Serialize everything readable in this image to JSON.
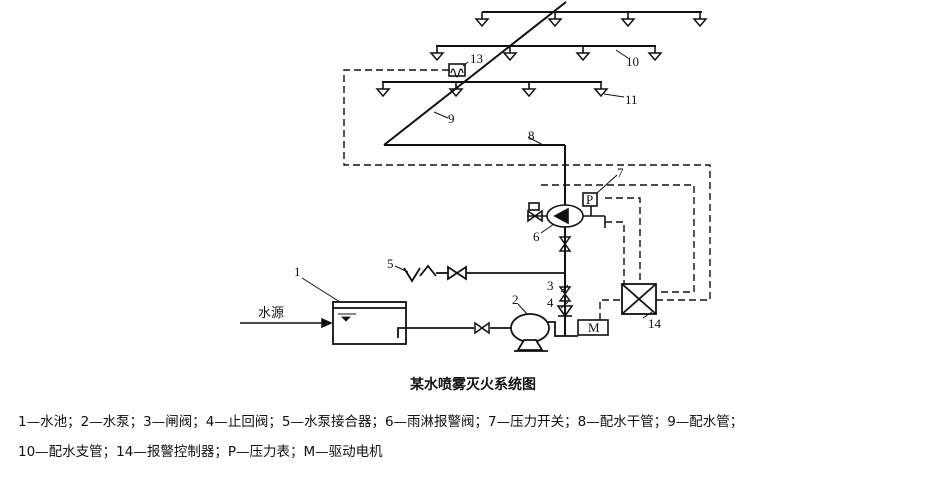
{
  "labels": {
    "n1": "1",
    "n2": "2",
    "n3": "3",
    "n4": "4",
    "n5": "5",
    "n6": "6",
    "n7": "7",
    "n8": "8",
    "n9": "9",
    "n10": "10",
    "n11": "11",
    "n13": "13",
    "n14": "14",
    "p": "P",
    "m": "M",
    "water_source": "水源"
  },
  "caption": "某水喷雾灭火系统图",
  "legend": {
    "line1": "1—水池；2—水泵；3—闸阀；4—止回阀；5—水泵接合器；6—雨淋报警阀；7—压力开关；8—配水干管；9—配水管；",
    "line2": "10—配水支管；14—报警控制器；P—压力表；M—驱动电机"
  }
}
